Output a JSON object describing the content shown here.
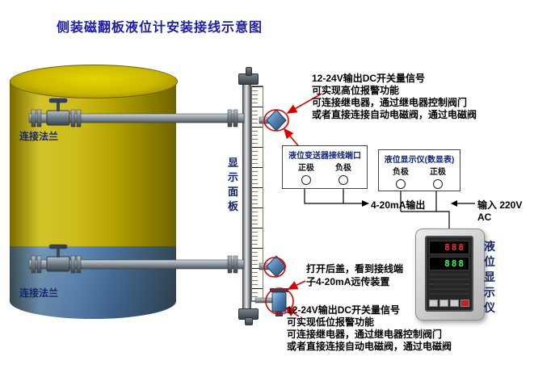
{
  "title": "侧装磁翻板液位计安装接线示意图",
  "tank": {
    "flange_label_top": "连接法兰",
    "flange_label_bottom": "连接法兰"
  },
  "gauge": {
    "panel_label": "显示面板"
  },
  "notes": {
    "top": [
      "12-24V输出DC开关量信号",
      "可实现高位报警功能",
      "可连接继电器，通过继电器控制阀门",
      "或者直接连接自动电磁阀，通过电磁阀"
    ],
    "middle": [
      "打开后盖，看到接线端",
      "子4-20mA远传装置"
    ],
    "bottom": [
      "12-24V输出DC开关量信号",
      "可实现低位报警功能",
      "可连接继电器，通过继电器控制阀门",
      "或者直接连接自动电磁阀，通过电磁阀"
    ]
  },
  "transmitter_box": {
    "title": "液位变送器接线端口",
    "terminal_left": "正极",
    "terminal_right": "负极"
  },
  "display_box": {
    "title": "液位显示仪(数显表)",
    "terminal_left": "负极",
    "terminal_right": "正极"
  },
  "wiring": {
    "output_label": "4-20mA输出",
    "input_label": "输入 220V AC"
  },
  "device": {
    "label": "液位显示仪",
    "readout_top": "888",
    "readout_bottom": "888"
  },
  "colors": {
    "title_blue": "#1b1bb0",
    "label_navy": "#15246b",
    "highlight_red": "#dd0000",
    "tank_yellow": "#c7b400",
    "liquid_blue": "#4e7dae"
  }
}
